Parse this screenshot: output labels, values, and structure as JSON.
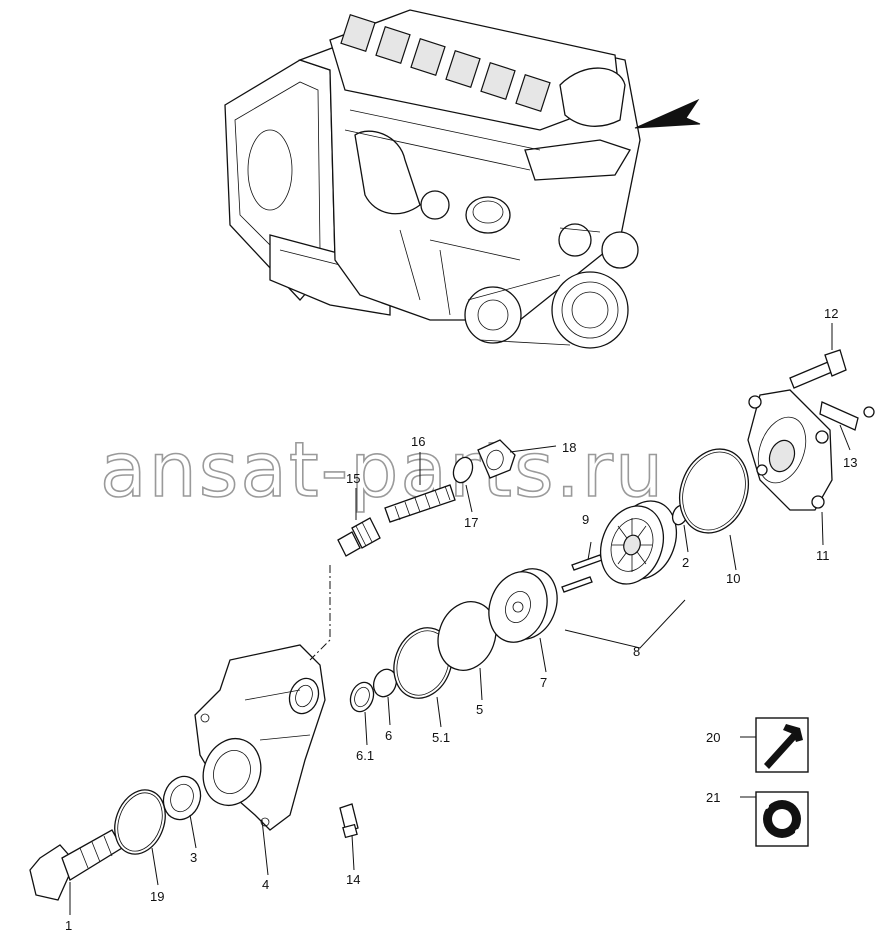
{
  "watermark": "ansat-parts.ru",
  "parts": [
    {
      "id": "1"
    },
    {
      "id": "2"
    },
    {
      "id": "3"
    },
    {
      "id": "4"
    },
    {
      "id": "5"
    },
    {
      "id": "5.1"
    },
    {
      "id": "6"
    },
    {
      "id": "6.1"
    },
    {
      "id": "7"
    },
    {
      "id": "8"
    },
    {
      "id": "9"
    },
    {
      "id": "10"
    },
    {
      "id": "11"
    },
    {
      "id": "12"
    },
    {
      "id": "13"
    },
    {
      "id": "14"
    },
    {
      "id": "15"
    },
    {
      "id": "16"
    },
    {
      "id": "17"
    },
    {
      "id": "18"
    },
    {
      "id": "19"
    },
    {
      "id": "20"
    },
    {
      "id": "21"
    }
  ],
  "icons": {
    "tool": "hammer-icon",
    "seal": "gasket-icon"
  },
  "colors": {
    "line": "#111111",
    "watermark": "#9a9a9a",
    "background": "#ffffff"
  }
}
